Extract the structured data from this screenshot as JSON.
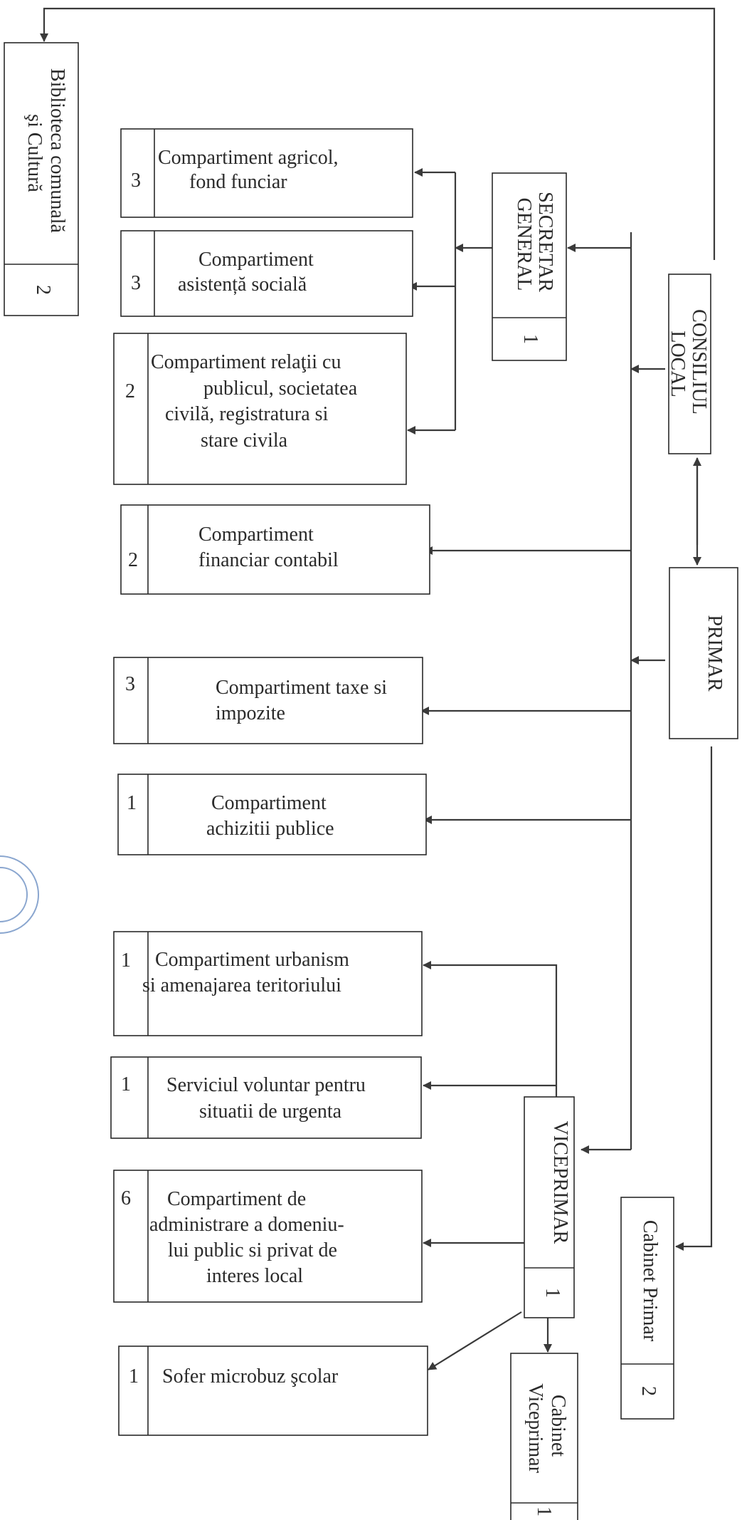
{
  "org_chart": {
    "top": [
      {
        "id": "consiliul",
        "lines": [
          "CONSILIUL",
          "LOCAL"
        ]
      },
      {
        "id": "primar",
        "lines": [
          "PRIMAR"
        ]
      },
      {
        "id": "secretar",
        "lines": [
          "SECRETAR",
          "GENERAL"
        ],
        "count": "1"
      },
      {
        "id": "viceprimar",
        "lines": [
          "VICEPRIMAR"
        ],
        "count": "1"
      },
      {
        "id": "biblioteca",
        "lines": [
          "Biblioteca comunală",
          "şi Cultură"
        ],
        "count": "2"
      },
      {
        "id": "cabinet-primar",
        "lines": [
          "Cabinet Primar"
        ],
        "count": "2"
      },
      {
        "id": "cabinet-viceprimar",
        "lines": [
          "Cabinet",
          "Viceprimar"
        ],
        "count": "1"
      }
    ],
    "departments": [
      {
        "id": "agricol",
        "count": "3",
        "lines": [
          "Compartiment agricol,",
          "fond funciar"
        ]
      },
      {
        "id": "asistenta",
        "count": "3",
        "lines": [
          "Compartiment",
          "asistență  socială"
        ]
      },
      {
        "id": "relatii",
        "count": "2",
        "lines": [
          "Compartiment relaţii cu",
          "publicul,  societatea",
          "civilă, registratura si",
          "stare civila"
        ]
      },
      {
        "id": "financiar",
        "count": "2",
        "lines": [
          "Compartiment",
          "financiar contabil"
        ]
      },
      {
        "id": "taxe",
        "count": "3",
        "lines": [
          "Compartiment taxe si",
          "impozite"
        ]
      },
      {
        "id": "achizitii",
        "count": "1",
        "lines": [
          "Compartiment",
          "achizitii publice"
        ]
      },
      {
        "id": "urbanism",
        "count": "1",
        "lines": [
          "Compartiment urbanism",
          "si   amenajarea teritoriului"
        ]
      },
      {
        "id": "voluntar",
        "count": "1",
        "lines": [
          "Serviciul voluntar pentru",
          "situatii de urgenta"
        ]
      },
      {
        "id": "administrare",
        "count": "6",
        "lines": [
          "Compartiment de",
          "administrare  a  domeniu-",
          "lui public si privat de",
          "interes  local"
        ]
      },
      {
        "id": "sofer",
        "count": "1",
        "lines": [
          "Sofer microbuz şcolar"
        ]
      }
    ]
  }
}
